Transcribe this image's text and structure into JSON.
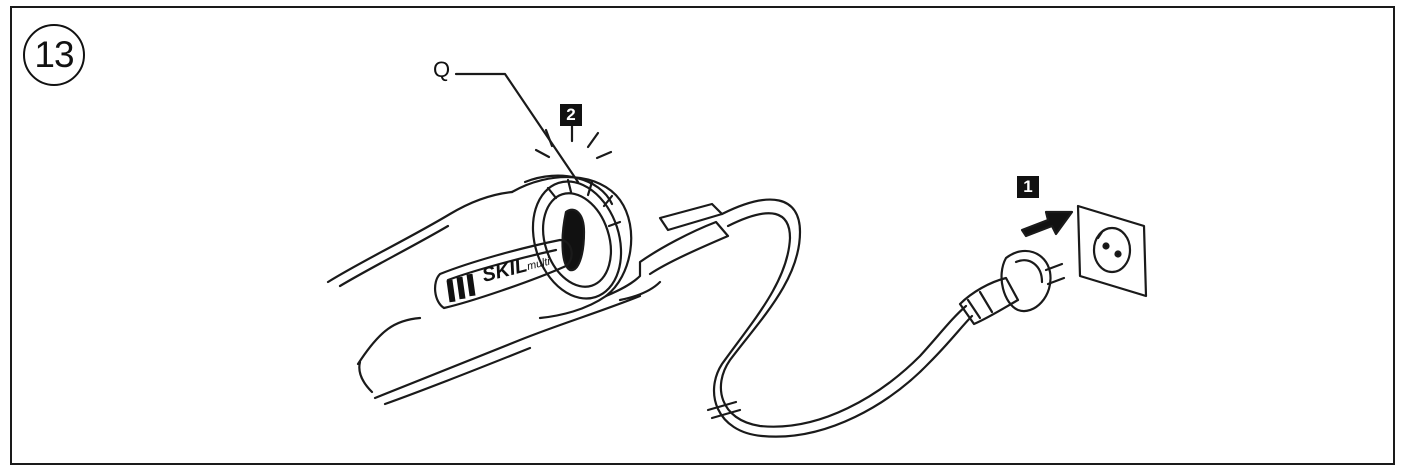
{
  "figure": {
    "number": "13",
    "callout_label": "Q",
    "steps": [
      {
        "number": "1",
        "meaning": "plug into wall socket"
      },
      {
        "number": "2",
        "meaning": "indicator light Q illuminates"
      }
    ],
    "brand_text": "SKIL",
    "brand_subtext": "multi"
  }
}
